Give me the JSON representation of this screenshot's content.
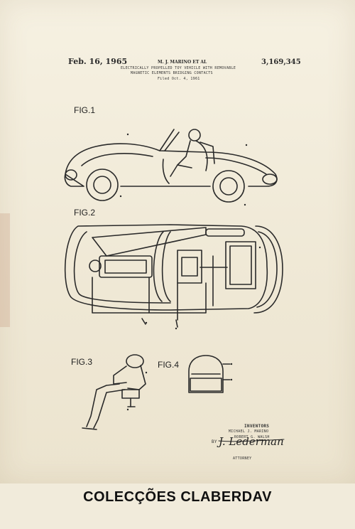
{
  "patent": {
    "date": "Feb. 16, 1965",
    "inventor": "M. J. MARINO ET AL",
    "number": "3,169,345",
    "title_line1": "ELECTRICALLY PROPELLED TOY VEHICLE WITH REMOVABLE",
    "title_line2": "MAGNETIC ELEMENTS BRIDGING CONTACTS",
    "filed": "Filed Oct. 4, 1961"
  },
  "figures": {
    "fig1": "FIG.1",
    "fig2": "FIG.2",
    "fig3": "FIG.3",
    "fig4": "FIG.4"
  },
  "inventors_block": {
    "heading": "INVENTORS",
    "name1": "MICHAEL J. MARINO",
    "name2": "ROBERT G. WALSH",
    "by": "BY",
    "signature": "J. Lederman",
    "attorney": "ATTORNEY"
  },
  "footer": {
    "brand": "COLECÇÕES CLABERDAV"
  }
}
